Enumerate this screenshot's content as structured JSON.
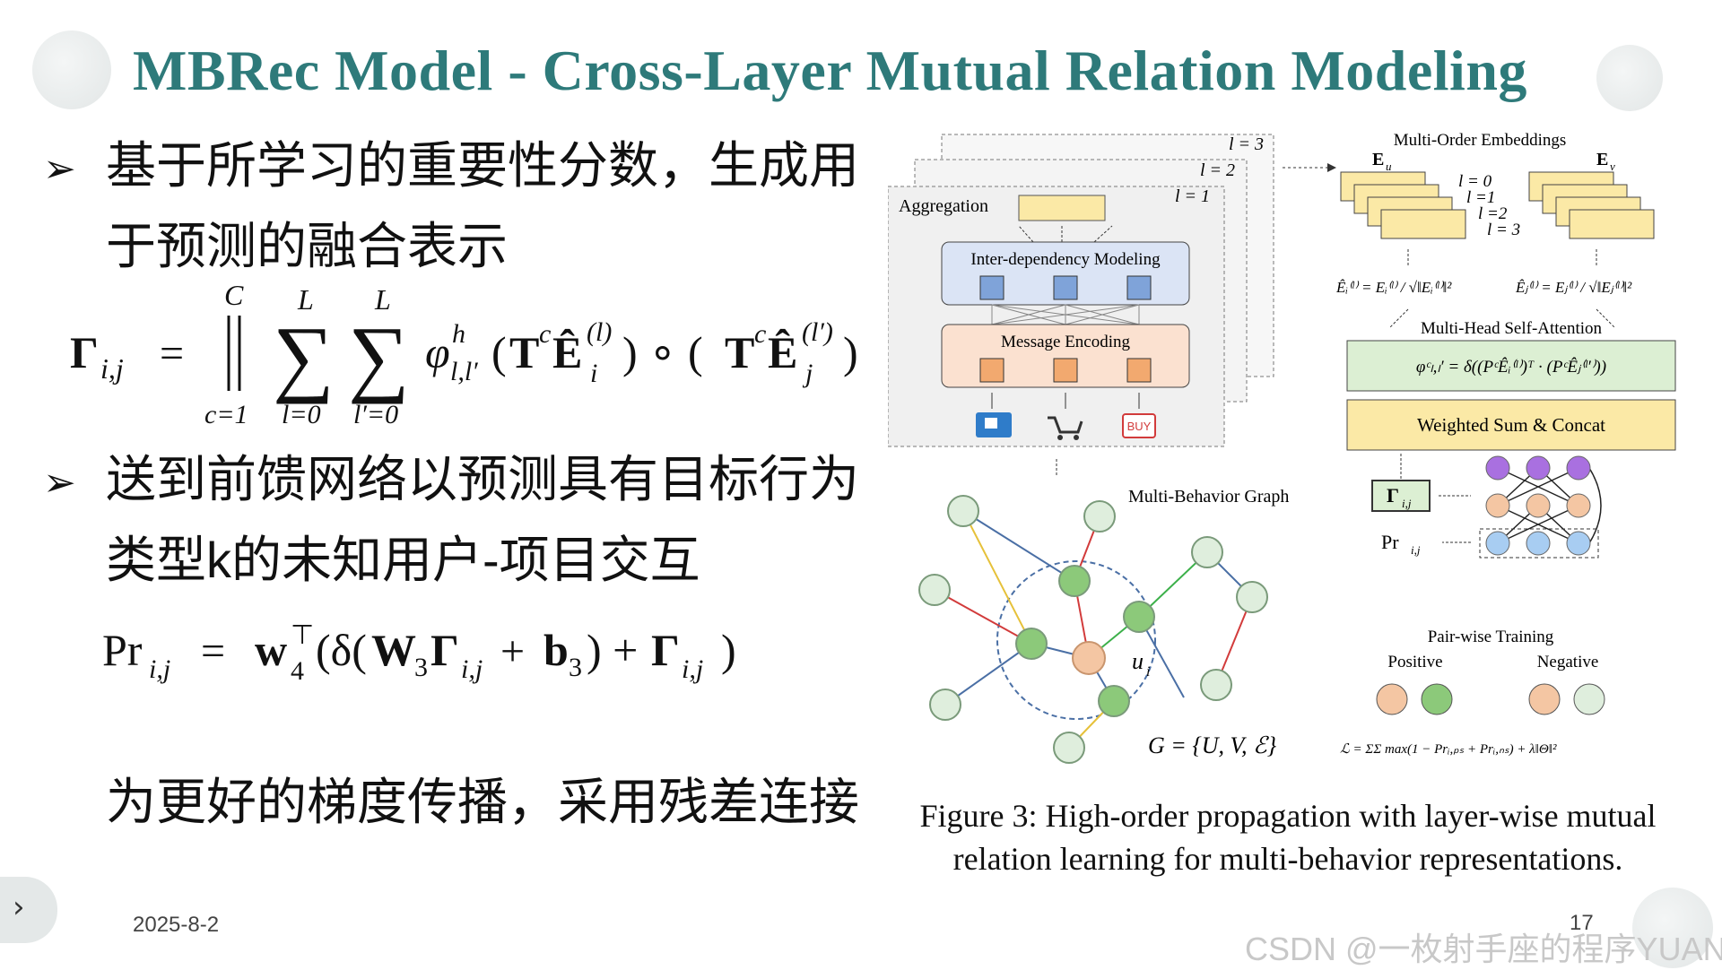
{
  "slide": {
    "title": "MBRec Model - Cross-Layer Mutual Relation Modeling",
    "bullets": [
      {
        "mark": "➢",
        "lines": [
          "基于所学习的重要性分数，生成用",
          "于预测的融合表示"
        ]
      },
      {
        "mark": "➢",
        "lines": [
          "送到前馈网络以预测具有目标行为",
          "类型k的未知用户-项目交互"
        ]
      }
    ],
    "residual_note": "为更好的梯度传播，采用残差连接",
    "date": "2025-8-2",
    "page_number": "17",
    "watermark": "CSDN @一枚射手座的程序YUAN",
    "nav_arrow": "›"
  },
  "figure": {
    "layer_labels": [
      "l = 3",
      "l = 2",
      "l = 1"
    ],
    "aggregation": "Aggregation",
    "inter_dependency": "Inter-dependency Modeling",
    "message_encoding": "Message Encoding",
    "buy_icon": "BUY",
    "multi_order_embeddings": "Multi-Order Embeddings",
    "eu": "E",
    "eu_sub": "u",
    "ev": "E",
    "ev_sub": "v",
    "order_labels": [
      "l = 0",
      "l =1",
      "l =2",
      "l = 3"
    ],
    "multi_head": "Multi-Head Self-Attention",
    "weighted_sum": "Weighted Sum & Concat",
    "gamma": "Γ",
    "gamma_sub": "i,j",
    "pr": "Pr",
    "pr_sub": "i,j",
    "multi_behavior_graph": "Multi-Behavior Graph",
    "pairwise": "Pair-wise Training",
    "positive": "Positive",
    "negative": "Negative",
    "graph_def": "G = {U, V, ℰ}",
    "ui": "u",
    "ui_sub": "i",
    "attention_formula": "φᶜₗ,ₗ′ = δ((PᶜÊᵢ⁽ˡ⁾)ᵀ · (PᶜÊⱼ⁽ˡ′⁾))",
    "loss_formula": "ℒ = ΣΣ max(1 − Prᵢ,ₚₛ + Prᵢ,ₙₛ) + λ‖Θ‖²",
    "norm_i": "Êᵢ⁽ˡ⁾ = Eᵢ⁽ˡ⁾ / √‖Eᵢ⁽ˡ⁾‖²",
    "norm_j": "Êⱼ⁽ˡ⁾ = Eⱼ⁽ˡ⁾ / √‖Eⱼ⁽ˡ⁾‖²",
    "caption": [
      "Figure 3: High-order propagation with layer-wise mutual",
      "relation learning for multi-behavior representations."
    ]
  },
  "colors": {
    "title": "#2e7a7a",
    "aggregation_fill": "#fbe9a6",
    "inter_fill": "#dbe4f5",
    "message_fill": "#fbe1d0",
    "user_node": "#f4c6a3",
    "green_node": "#8cc97a",
    "light_node": "#dfeedd",
    "purple_node": "#a970e0",
    "blue_node": "#a8cdf2"
  }
}
